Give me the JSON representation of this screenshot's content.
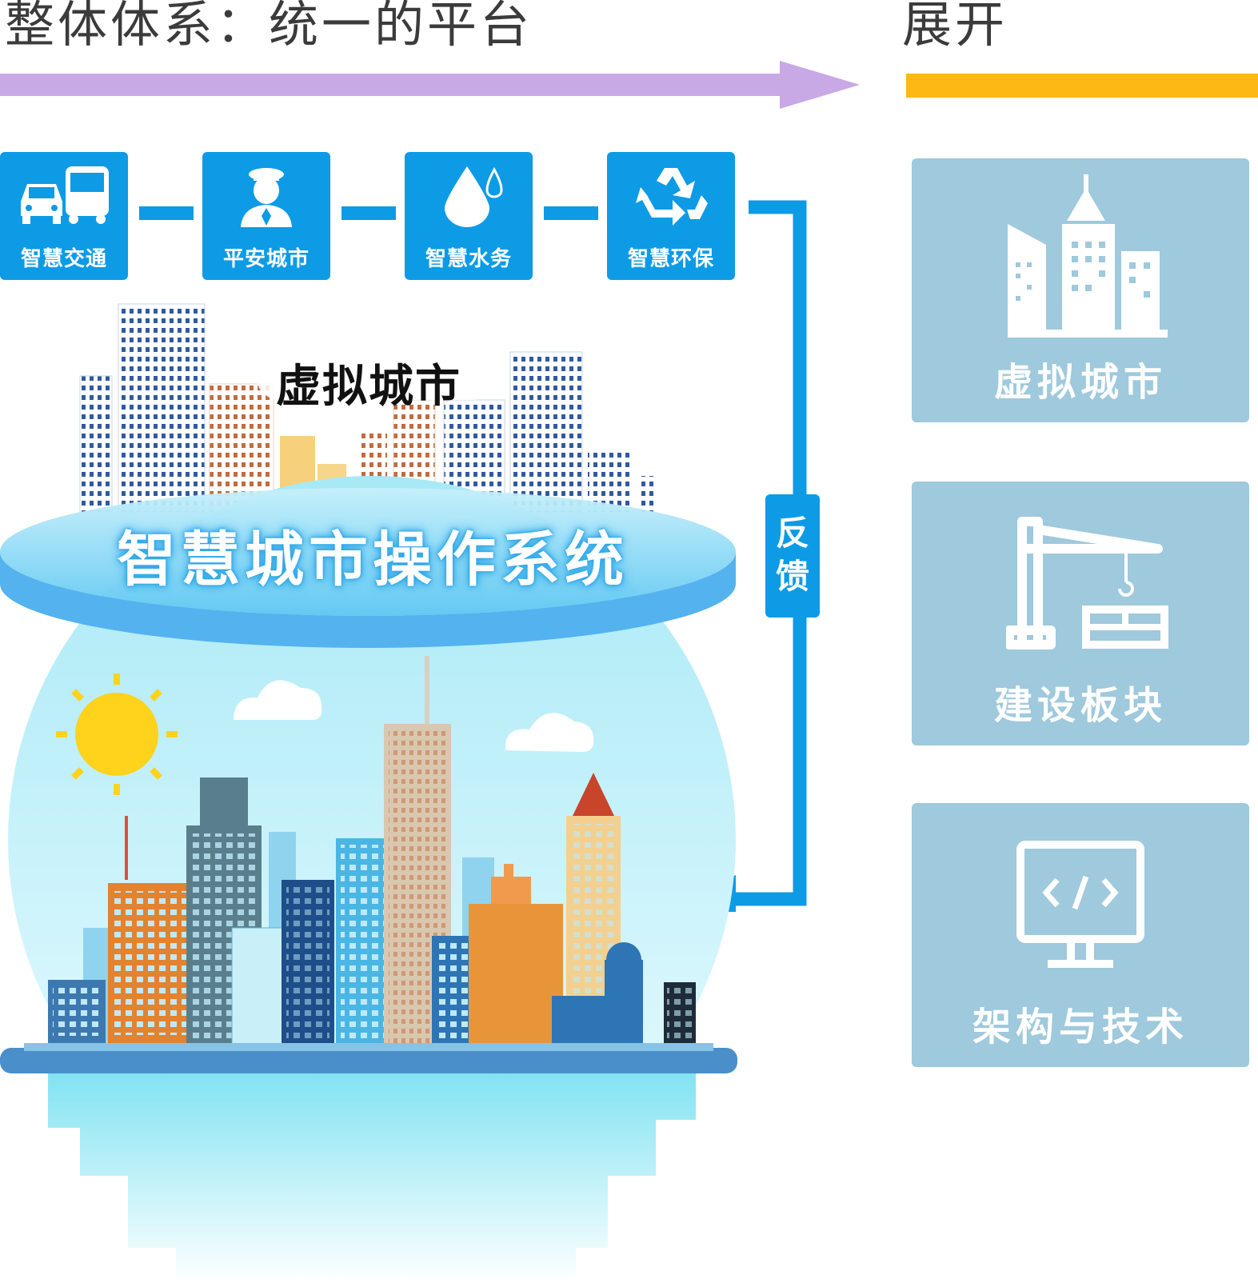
{
  "header": {
    "left_title": "整体体系：统一的平台",
    "right_title": "展开"
  },
  "colors": {
    "primary_blue": "#0d9be6",
    "arrow_purple": "#c9a8e6",
    "bar_orange": "#fdb813",
    "card_bg": "#9fc9dc"
  },
  "modules": [
    {
      "label": "智慧交通",
      "icon": "traffic-icon"
    },
    {
      "label": "平安城市",
      "icon": "police-icon"
    },
    {
      "label": "智慧水务",
      "icon": "water-drop-icon"
    },
    {
      "label": "智慧环保",
      "icon": "recycle-icon"
    }
  ],
  "virtual_city_label": "虚拟城市",
  "os_label": "智慧城市操作系统",
  "feedback_label": "反馈",
  "cards": [
    {
      "label": "虚拟城市",
      "icon": "buildings-icon"
    },
    {
      "label": "建设板块",
      "icon": "crane-icon"
    },
    {
      "label": "架构与技术",
      "icon": "code-monitor-icon"
    }
  ]
}
